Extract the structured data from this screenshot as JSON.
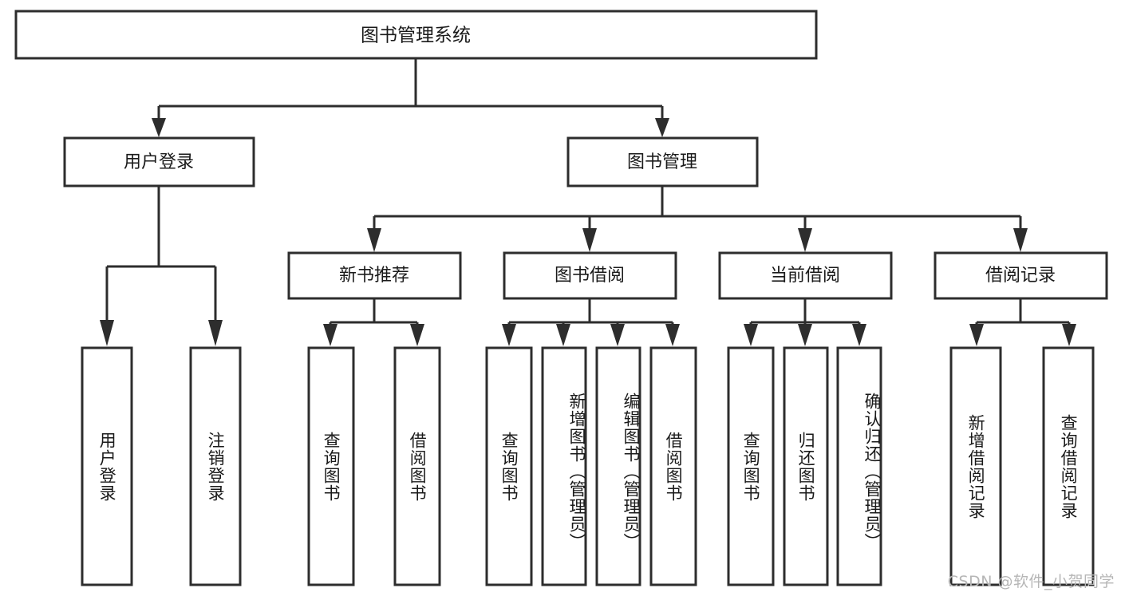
{
  "diagram": {
    "type": "tree-hierarchy-chart",
    "title": "图书管理系统",
    "orientation": "top-down",
    "colors": {
      "stroke": "#2d2d2d",
      "fill": "#ffffff",
      "text": "#1a1a1a",
      "watermark": "#b6b6b6",
      "background": "#ffffff"
    },
    "root": {
      "id": "root",
      "label": "图书管理系统"
    },
    "level2": [
      {
        "id": "user-login",
        "label": "用户登录"
      },
      {
        "id": "book-manage",
        "label": "图书管理"
      }
    ],
    "level3": [
      {
        "id": "new-book-rec",
        "label": "新书推荐",
        "parent": "book-manage"
      },
      {
        "id": "book-borrow",
        "label": "图书借阅",
        "parent": "book-manage"
      },
      {
        "id": "current-borrow",
        "label": "当前借阅",
        "parent": "book-manage"
      },
      {
        "id": "borrow-record",
        "label": "借阅记录",
        "parent": "book-manage"
      }
    ],
    "leaves": [
      {
        "id": "leaf-user-login",
        "label": "用户登录",
        "parent": "user-login"
      },
      {
        "id": "leaf-user-logout",
        "label": "注销登录",
        "parent": "user-login"
      },
      {
        "id": "leaf-query-book-1",
        "label": "查询图书",
        "parent": "new-book-rec"
      },
      {
        "id": "leaf-borrow-book-1",
        "label": "借阅图书",
        "parent": "new-book-rec"
      },
      {
        "id": "leaf-query-book-2",
        "label": "查询图书",
        "parent": "book-borrow"
      },
      {
        "id": "leaf-add-book",
        "label": "新增图书（管理员）",
        "parent": "book-borrow"
      },
      {
        "id": "leaf-edit-book",
        "label": "编辑图书（管理员）",
        "parent": "book-borrow"
      },
      {
        "id": "leaf-borrow-book-2",
        "label": "借阅图书",
        "parent": "book-borrow"
      },
      {
        "id": "leaf-query-book-3",
        "label": "查询图书",
        "parent": "current-borrow"
      },
      {
        "id": "leaf-return-book",
        "label": "归还图书",
        "parent": "current-borrow"
      },
      {
        "id": "leaf-confirm-return",
        "label": "确认归还（管理员）",
        "parent": "current-borrow"
      },
      {
        "id": "leaf-add-record",
        "label": "新增借阅记录",
        "parent": "borrow-record"
      },
      {
        "id": "leaf-query-record",
        "label": "查询借阅记录",
        "parent": "borrow-record"
      }
    ],
    "watermark": "CSDN @软件_小贺同学"
  }
}
